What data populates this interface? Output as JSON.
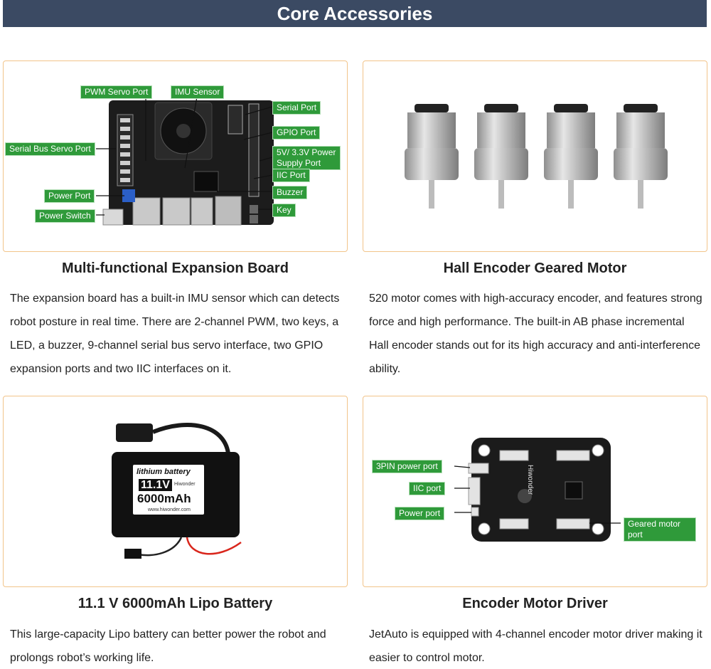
{
  "header": {
    "title": "Core Accessories"
  },
  "cards": [
    {
      "title": "Multi-functional Expansion Board",
      "description": "The expansion board has a built-in IMU sensor which can detects robot posture in real time. There are 2-channel PWM, two keys, a LED, a buzzer, 9-channel serial bus servo interface, two GPIO expansion ports and two IIC interfaces on it.",
      "labels": {
        "pwm_servo_port": "PWM Servo Port",
        "imu_sensor": "IMU Sensor",
        "serial_port": "Serial Port",
        "gpio_port": "GPIO Port",
        "power_supply_port": "5V/ 3.3V Power Supply Port",
        "iic_port": "IIC Port",
        "buzzer": "Buzzer",
        "key": "Key",
        "serial_bus_servo_port": "Serial Bus Servo Port",
        "power_port": "Power Port",
        "power_switch": "Power Switch"
      }
    },
    {
      "title": "Hall Encoder Geared Motor",
      "description": "520 motor comes with high-accuracy encoder, and features strong force and high performance. The built-in AB phase incremental Hall encoder stands out for its high accuracy and anti-interference ability."
    },
    {
      "title": "11.1 V 6000mAh Lipo Battery",
      "description": "This large-capacity Lipo battery can better power the robot and prolongs robot’s working life.",
      "battery_label": {
        "type": "lithium battery",
        "voltage": "11.1V",
        "brand": "Hiwonder",
        "capacity": "6000mAh",
        "url": "www.hiwonder.com"
      }
    },
    {
      "title": "Encoder Motor Driver",
      "description": "JetAuto is equipped with 4-channel encoder motor driver making it easier to control motor.",
      "labels": {
        "three_pin_power_port": "3PIN power port",
        "iic_port": "IIC port",
        "power_port": "Power port",
        "geared_motor_port": "Geared motor port"
      },
      "board_text": "Hiwonder"
    }
  ],
  "colors": {
    "header_bg": "#3b4a63",
    "card_border": "#f2c48a",
    "label_green": "#2f9a3a"
  }
}
